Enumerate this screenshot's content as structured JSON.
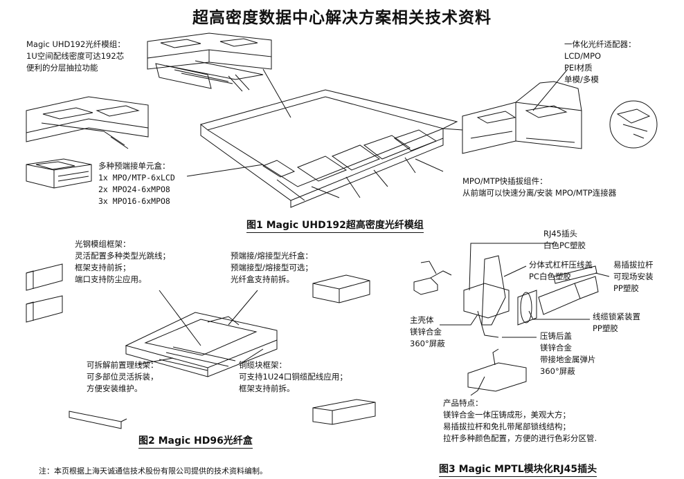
{
  "page_title": "超高密度数据中心解决方案相关技术资料",
  "figure1": {
    "caption": "图1  Magic UHD192超高密度光纤模组",
    "label_uhd192": [
      "Magic UHD192光纤模组：",
      "1U空间配线密度可达192芯",
      "便利的分层抽拉功能"
    ],
    "label_adapter": [
      "一体化光纤适配器：",
      "LCD/MPO",
      "PEI材质",
      "单模/多模"
    ],
    "label_cassettes": [
      "多种预端接单元盒：",
      "1x  MPO/MTP-6xLCD",
      "2x  MPO24-6xMPO8",
      "3x  MPO16-6xMPO8"
    ],
    "label_mpo": [
      "MPO/MTP快插拔组件：",
      "从前端可以快速分离/安装 MPO/MTP连接器"
    ]
  },
  "figure2": {
    "caption": "图2  Magic HD96光纤盒",
    "label_frame": [
      "光钢模组框架：",
      "灵活配置多种类型光跳线；",
      "框架支持前拆；",
      "端口支持防尘应用。"
    ],
    "label_preterm": [
      "预端接/熔接型光纤盒：",
      "预端接型/熔接型可选；",
      "光纤盒支持前拆。"
    ],
    "label_cable_mgmt": [
      "可拆解前置理线架：",
      "可多部位灵活拆装，",
      "方便安装维护。"
    ],
    "label_copper": [
      "铜缆块框架：",
      "可支持1U24口铜缆配线应用；",
      "框架支持前拆。"
    ]
  },
  "figure3": {
    "caption": "图3  Magic MPTL模块化RJ45插头",
    "label_rj45": [
      "RJ45插头",
      "白色PC塑胶"
    ],
    "label_split": [
      "分体式杠杆压线盖",
      "PC白色塑胶"
    ],
    "label_pull": [
      "易插拔拉杆",
      "可现场安装",
      "PP塑胶"
    ],
    "label_shell": [
      "主壳体",
      "镁锌合金",
      "360°屏蔽"
    ],
    "label_lock": [
      "线缆锁紧装置",
      "PP塑胶"
    ],
    "label_rear": [
      "压铸后盖",
      "镁锌合金",
      "带接地金属弹片",
      "360°屏蔽"
    ],
    "features": [
      "产品特点：",
      "镁锌合金一体压铸成形，美观大方；",
      "易插拔拉杆和免扎带尾部锁线结构；",
      "拉杆多种颜色配置，方便的进行色彩分区管."
    ]
  },
  "footnote": "注：本页根据上海天诚通信技术股份有限公司提供的技术资料编制。"
}
